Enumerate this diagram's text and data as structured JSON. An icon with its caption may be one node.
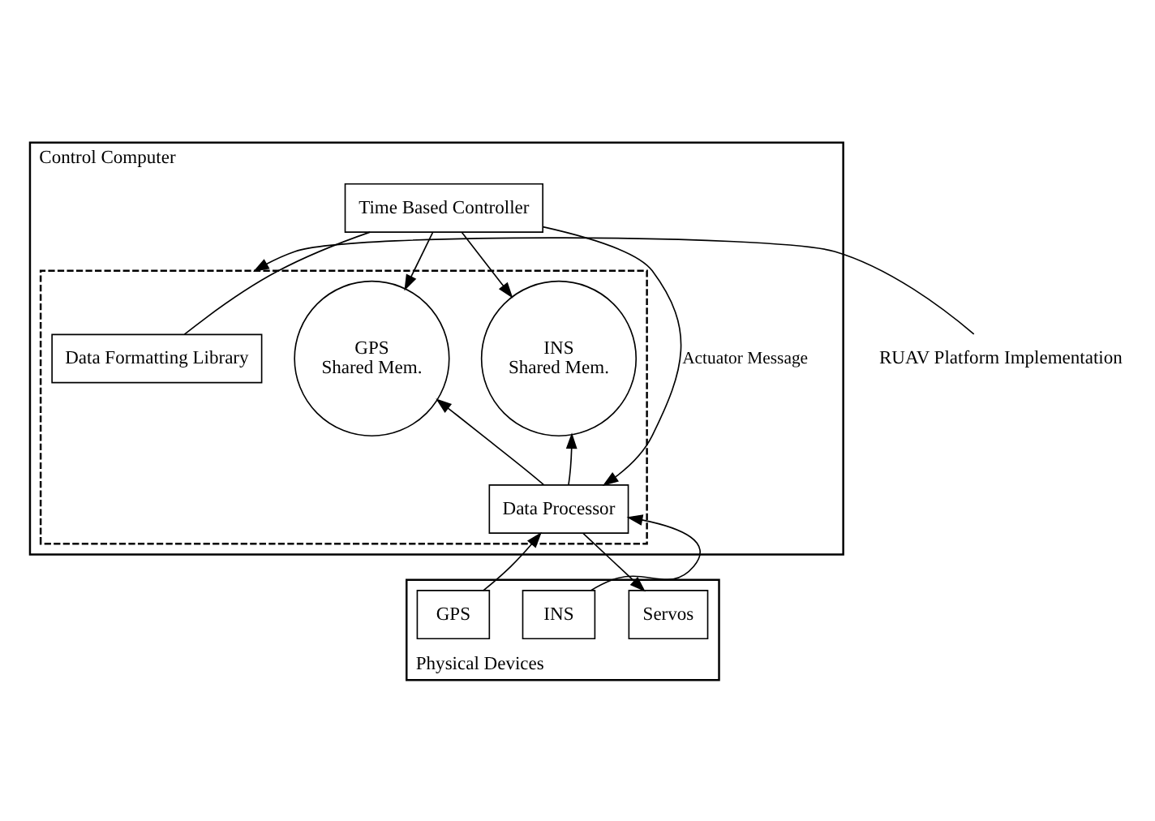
{
  "diagram": {
    "nodes": [
      {
        "text": [
          "Control Computer"
        ]
      },
      {
        "text": [
          "Time Based Controller"
        ],
        "in": 0
      },
      {
        "text": [],
        "shape": "box",
        "in": 0
      },
      {
        "text": [
          "Data Formatting Library"
        ],
        "in": 2
      },
      {
        "text": [
          "GPS",
          "Shared Mem."
        ],
        "in": 2
      },
      {
        "text": [
          "INS",
          "Shared Mem."
        ],
        "in": 2
      },
      {
        "text": [
          "Data Processor"
        ],
        "in": 2
      },
      {
        "text": [
          "RUAV Platform Implementation"
        ]
      },
      {
        "text": [
          "Physical Devices"
        ]
      },
      {
        "text": [
          "GPS"
        ],
        "in": 8
      },
      {
        "text": [
          "INS"
        ],
        "in": 8
      },
      {
        "text": [
          "Servos"
        ],
        "in": 8
      }
    ],
    "edges": [
      {
        "from": 1,
        "to": 3,
        "arrow": "none"
      },
      {
        "from": 1,
        "to": 4,
        "arrow": "to"
      },
      {
        "from": 1,
        "to": 5,
        "arrow": "to"
      },
      {
        "from": 1,
        "to": 6,
        "arrow": "to",
        "label": "Actuator Message"
      },
      {
        "from": 7,
        "to": 2,
        "arrow": "to"
      },
      {
        "from": 6,
        "to": 4,
        "arrow": "to"
      },
      {
        "from": 6,
        "to": 5,
        "arrow": "to"
      },
      {
        "from": 9,
        "to": 6,
        "arrow": "to"
      },
      {
        "from": 10,
        "to": 6,
        "arrow": "to"
      },
      {
        "from": 6,
        "to": 11,
        "arrow": "to"
      }
    ]
  }
}
